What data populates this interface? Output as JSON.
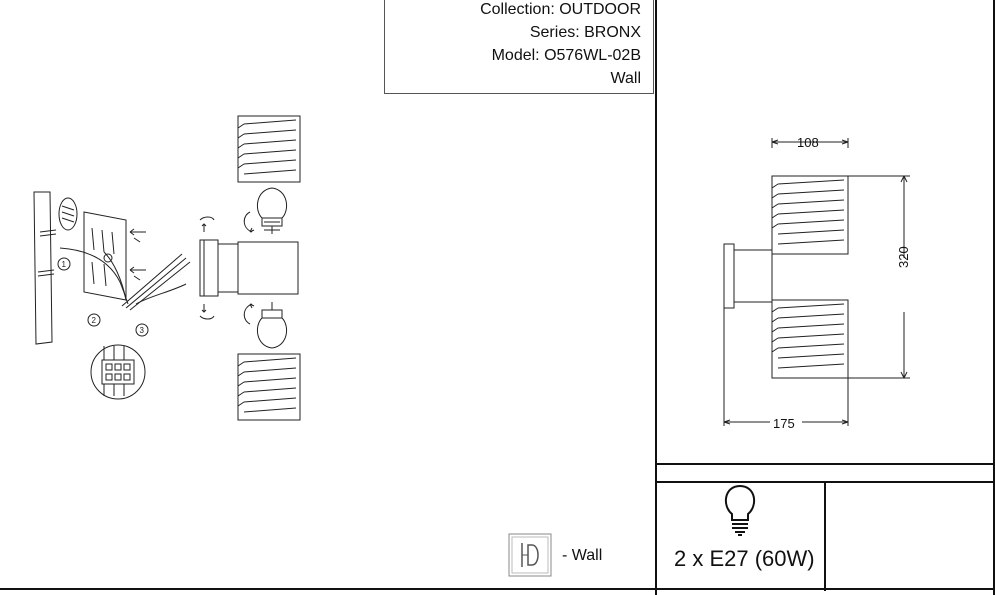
{
  "info": {
    "collection": "Collection: OUTDOOR",
    "series": "Series: BRONX",
    "model": "Model: O576WL-02B",
    "mount": "Wall"
  },
  "dimensions": {
    "width_top": "108",
    "height": "320",
    "depth": "175"
  },
  "installation": {
    "step_1": "1",
    "step_2": "2",
    "step_3": "3"
  },
  "legend": {
    "wall_label": "- Wall"
  },
  "lamp": {
    "spec": "2 x E27 (60W)"
  }
}
